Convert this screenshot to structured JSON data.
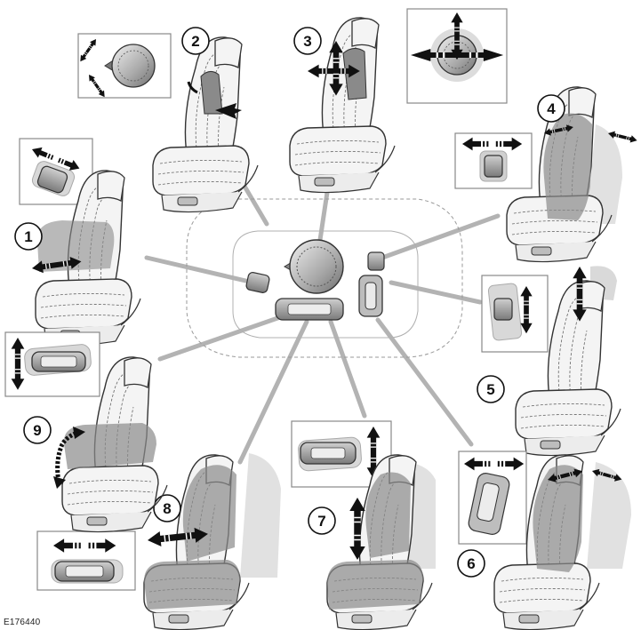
{
  "figure": {
    "reference_code": "E176440"
  },
  "callouts": [
    {
      "id": "1",
      "label": "1"
    },
    {
      "id": "2",
      "label": "2"
    },
    {
      "id": "3",
      "label": "3"
    },
    {
      "id": "4",
      "label": "4"
    },
    {
      "id": "5",
      "label": "5"
    },
    {
      "id": "6",
      "label": "6"
    },
    {
      "id": "7",
      "label": "7"
    },
    {
      "id": "8",
      "label": "8"
    },
    {
      "id": "9",
      "label": "9"
    }
  ],
  "colors": {
    "outline": "#333333",
    "seat_fill": "#f4f4f4",
    "seat_shaded": "#8a8a8a",
    "ghost": "#d9d9d9",
    "leader": "#b3b3b3",
    "arrow": "#111111",
    "panel_border": "#888888"
  },
  "icons": [
    "seat-icon",
    "control-knob-icon",
    "switch-icon",
    "double-arrow-icon"
  ]
}
